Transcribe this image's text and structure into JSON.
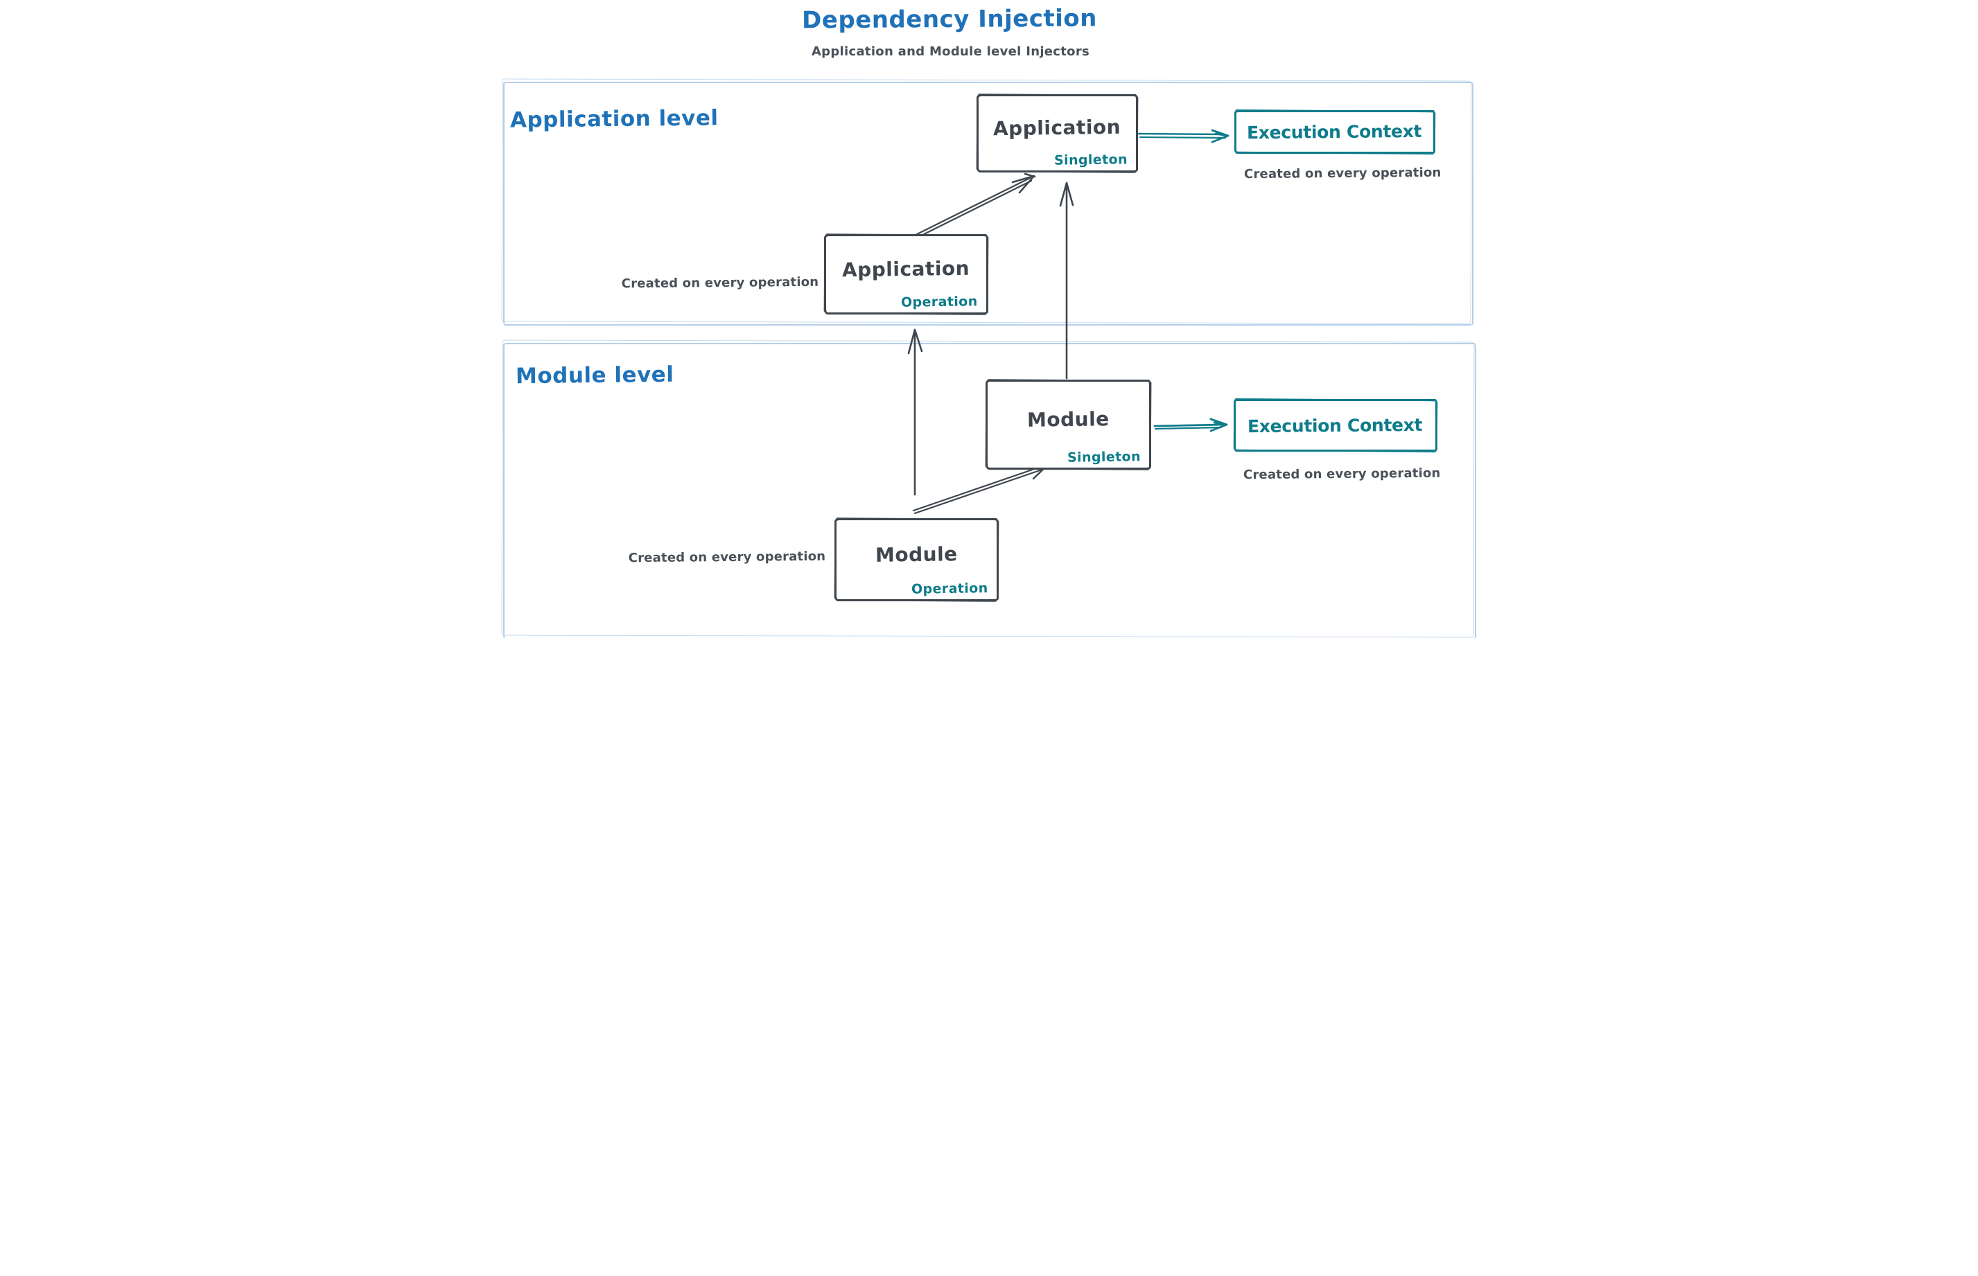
{
  "title": "Dependency Injection",
  "subtitle": "Application and Module level Injectors",
  "colors": {
    "title_blue": "#1f72b8",
    "teal_accent": "#0e7c8b",
    "ink_dark": "#40464e",
    "section_border_light_blue": "#b5cfe9"
  },
  "sections": [
    {
      "id": "application-level",
      "label": "Application level",
      "injector": {
        "name": "Application",
        "scope": "Singleton"
      },
      "operation": {
        "name": "Application",
        "scope": "Operation",
        "caption": "Created on every operation"
      },
      "execution_context": {
        "label": "Execution Context",
        "caption": "Created on every operation"
      }
    },
    {
      "id": "module-level",
      "label": "Module level",
      "injector": {
        "name": "Module",
        "scope": "Singleton"
      },
      "operation": {
        "name": "Module",
        "scope": "Operation",
        "caption": "Created on every operation"
      },
      "execution_context": {
        "label": "Execution Context",
        "caption": "Created on every operation"
      }
    }
  ],
  "arrows": [
    {
      "from": "application-operation",
      "to": "application-singleton"
    },
    {
      "from": "module-operation",
      "to": "application-operation"
    },
    {
      "from": "module-singleton",
      "to": "application-singleton"
    },
    {
      "from": "module-operation",
      "to": "module-singleton"
    },
    {
      "from": "application-singleton",
      "to": "application-execution-context"
    },
    {
      "from": "module-singleton",
      "to": "module-execution-context"
    }
  ]
}
